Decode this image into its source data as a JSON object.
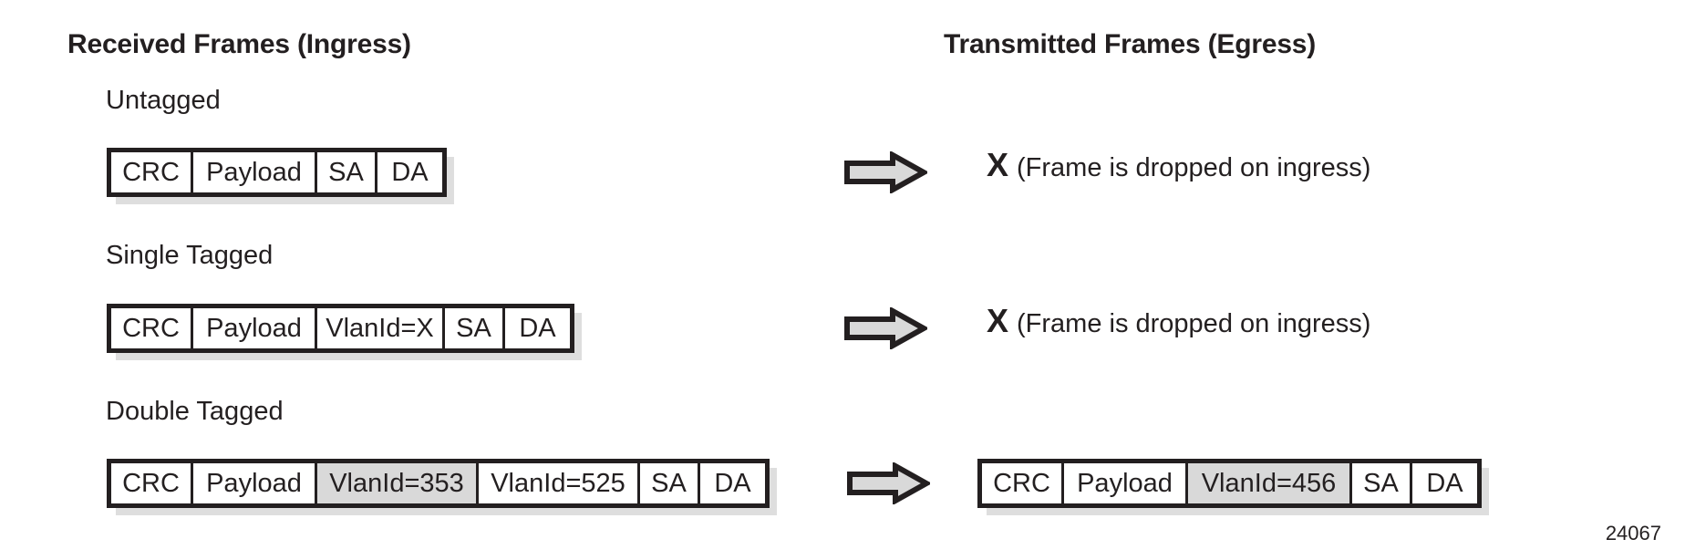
{
  "headers": {
    "ingress": "Received Frames (Ingress)",
    "egress": "Transmitted Frames (Egress)"
  },
  "rows": [
    {
      "label": "Untagged",
      "ingress_frame": {
        "cells": [
          {
            "text": "CRC",
            "shaded": false
          },
          {
            "text": "Payload",
            "shaded": false
          },
          {
            "text": "SA",
            "shaded": false
          },
          {
            "text": "DA",
            "shaded": false
          }
        ]
      },
      "arrow": "right-arrow-icon",
      "egress_result": {
        "mark": "X",
        "text": "(Frame is dropped on ingress)"
      }
    },
    {
      "label": "Single Tagged",
      "ingress_frame": {
        "cells": [
          {
            "text": "CRC",
            "shaded": false
          },
          {
            "text": "Payload",
            "shaded": false
          },
          {
            "text": "VlanId=X",
            "shaded": false
          },
          {
            "text": "SA",
            "shaded": false
          },
          {
            "text": "DA",
            "shaded": false
          }
        ]
      },
      "arrow": "right-arrow-icon",
      "egress_result": {
        "mark": "X",
        "text": "(Frame is dropped on ingress)"
      }
    },
    {
      "label": "Double Tagged",
      "ingress_frame": {
        "cells": [
          {
            "text": "CRC",
            "shaded": false
          },
          {
            "text": "Payload",
            "shaded": false
          },
          {
            "text": "VlanId=353",
            "shaded": true
          },
          {
            "text": "VlanId=525",
            "shaded": false
          },
          {
            "text": "SA",
            "shaded": false
          },
          {
            "text": "DA",
            "shaded": false
          }
        ]
      },
      "arrow": "right-arrow-icon",
      "egress_frame": {
        "cells": [
          {
            "text": "CRC",
            "shaded": false
          },
          {
            "text": "Payload",
            "shaded": false
          },
          {
            "text": "VlanId=456",
            "shaded": true
          },
          {
            "text": "SA",
            "shaded": false
          },
          {
            "text": "DA",
            "shaded": false
          }
        ]
      }
    }
  ],
  "figure_number": "24067",
  "colors": {
    "ink": "#231f20",
    "shaded_cell": "#d9d9d9",
    "arrow_fill": "#d9d9d9",
    "background": "#ffffff"
  }
}
